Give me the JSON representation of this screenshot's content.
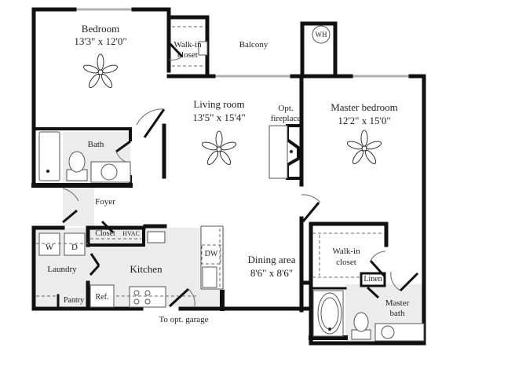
{
  "plan": {
    "title": "Apartment floor plan",
    "colors": {
      "wall": "#111111",
      "shade": "#ececec",
      "window": "#b0b0b0",
      "line": "#555555"
    },
    "rooms": [
      {
        "id": "bedroom",
        "name": "Bedroom",
        "dimensions": "13'3\" x 12'0\""
      },
      {
        "id": "walkin-closet-1",
        "name": "Walk-in closet"
      },
      {
        "id": "balcony",
        "name": "Balcony"
      },
      {
        "id": "water-heater",
        "name": "WH"
      },
      {
        "id": "living-room",
        "name": "Living room",
        "dimensions": "13'5\" x 15'4\""
      },
      {
        "id": "fireplace",
        "name": "Opt. fireplace"
      },
      {
        "id": "master-bedroom",
        "name": "Master bedroom",
        "dimensions": "12'2\" x 15'0\""
      },
      {
        "id": "bath",
        "name": "Bath"
      },
      {
        "id": "foyer",
        "name": "Foyer"
      },
      {
        "id": "closet",
        "name": "Closet"
      },
      {
        "id": "hvac",
        "name": "HVAC"
      },
      {
        "id": "washer",
        "name": "W"
      },
      {
        "id": "dryer",
        "name": "D"
      },
      {
        "id": "laundry",
        "name": "Laundry"
      },
      {
        "id": "kitchen",
        "name": "Kitchen"
      },
      {
        "id": "pantry",
        "name": "Pantry"
      },
      {
        "id": "refrigerator",
        "name": "Ref."
      },
      {
        "id": "dishwasher",
        "name": "DW"
      },
      {
        "id": "dining-area",
        "name": "Dining area",
        "dimensions": "8'6\" x 8'6\""
      },
      {
        "id": "walkin-closet-2",
        "name": "Walk-in closet"
      },
      {
        "id": "linen",
        "name": "Linen"
      },
      {
        "id": "master-bath",
        "name": "Master bath"
      }
    ],
    "labels": {
      "bedroom_name": "Bedroom",
      "bedroom_dim": "13'3\" x 12'0\"",
      "walkin1_a": "Walk-in",
      "walkin1_b": "closet",
      "balcony": "Balcony",
      "wh": "WH",
      "living_name": "Living room",
      "living_dim": "13'5\" x 15'4\"",
      "fireplace_a": "Opt.",
      "fireplace_b": "fireplace",
      "master_name": "Master bedroom",
      "master_dim": "12'2\" x 15'0\"",
      "bath": "Bath",
      "foyer": "Foyer",
      "closet": "Closet",
      "hvac": "HVAC",
      "washer": "W",
      "dryer": "D",
      "laundry": "Laundry",
      "kitchen": "Kitchen",
      "pantry": "Pantry",
      "ref": "Ref.",
      "dw": "DW",
      "dining_name": "Dining area",
      "dining_dim": "8'6\" x 8'6\"",
      "walkin2_a": "Walk-in",
      "walkin2_b": "closet",
      "linen": "Linen",
      "master_bath_a": "Master",
      "master_bath_b": "bath",
      "garage": "To opt. garage"
    }
  }
}
